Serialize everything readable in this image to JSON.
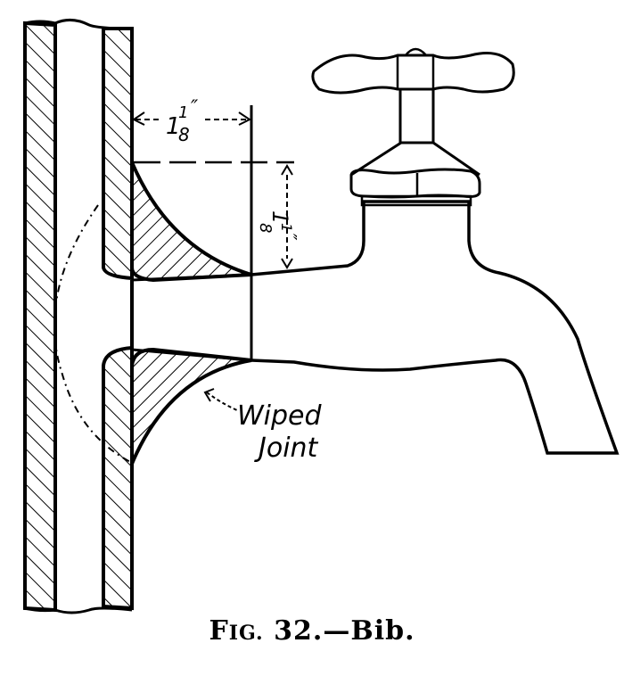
{
  "figure": {
    "caption_prefix": "F",
    "caption_smallcaps": "IG.",
    "caption_rest": " 32.—Bib.",
    "subject": "Bib faucet with wiped joint on pipe",
    "dimensions": {
      "horizontal": {
        "whole": "1",
        "fraction_num": "1",
        "fraction_den": "8",
        "unit": "″"
      },
      "vertical": {
        "whole": "1",
        "fraction_num": "1",
        "fraction_den": "8",
        "unit": "″"
      }
    },
    "labels": {
      "wiped_line1": "Wiped",
      "wiped_line2": "Joint"
    },
    "colors": {
      "ink": "#000000",
      "paper": "#ffffff"
    }
  }
}
